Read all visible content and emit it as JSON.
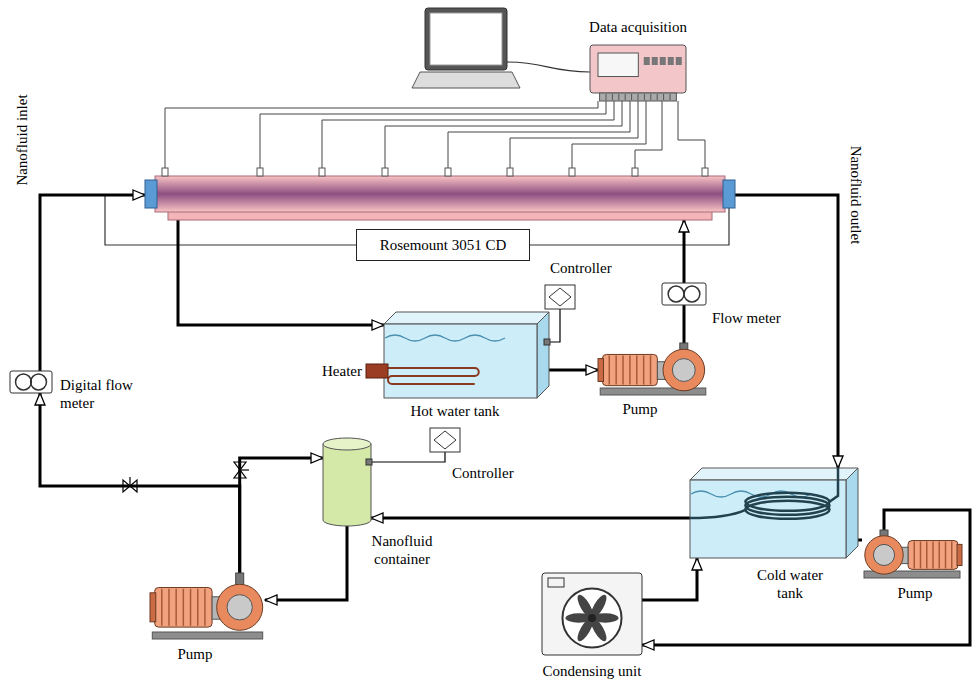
{
  "diagram": {
    "nodes": [
      {
        "text": [
          "Data acquisition"
        ]
      },
      {
        "text": [
          "Rosemount 3051 CD"
        ]
      },
      {
        "text": [
          "Controller"
        ]
      },
      {
        "text": [
          "Heater"
        ]
      },
      {
        "text": [
          "Hot water tank"
        ]
      },
      {
        "text": [
          "Flow meter"
        ]
      },
      {
        "text": [
          "Pump"
        ]
      },
      {
        "text": [
          "Digital flow meter"
        ]
      },
      {
        "text": [
          "Controller"
        ]
      },
      {
        "text": [
          "Nanofluid container"
        ]
      },
      {
        "text": [
          "Pump"
        ]
      },
      {
        "text": [
          "Cold water tank"
        ]
      },
      {
        "text": [
          "Pump"
        ]
      },
      {
        "text": [
          "Condensing unit"
        ]
      }
    ],
    "edges": [
      {
        "from": 9,
        "to": 10,
        "arrow": "to"
      },
      {
        "from": 10,
        "to": 9,
        "arrow": "to"
      },
      {
        "from": 10,
        "to": 7,
        "arrow": "to"
      },
      {
        "from": 11,
        "to": 9,
        "arrow": "to"
      },
      {
        "from": 4,
        "to": 6,
        "arrow": "to"
      },
      {
        "from": 6,
        "to": 5,
        "arrow": "none"
      },
      {
        "from": 2,
        "to": 4,
        "arrow": "none"
      },
      {
        "from": 8,
        "to": 9,
        "arrow": "none"
      },
      {
        "from": 13,
        "to": 11,
        "arrow": "to"
      },
      {
        "from": 11,
        "to": 12,
        "arrow": "none"
      },
      {
        "from": 12,
        "to": 13,
        "arrow": "to"
      }
    ],
    "labels": [
      "Nanofluid inlet",
      "Nanofluid outlet"
    ]
  }
}
